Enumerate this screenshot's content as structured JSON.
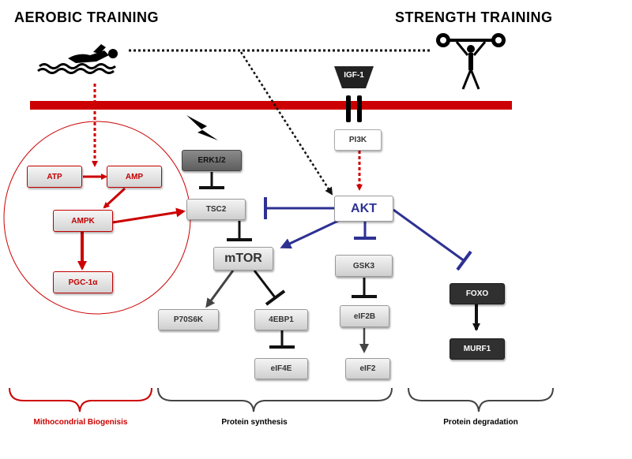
{
  "titles": {
    "aerobic": "AEROBIC TRAINING",
    "strength": "STRENGTH TRAINING"
  },
  "nodes": {
    "igf1": "IGF-1",
    "pi3k": "PI3K",
    "akt": "AKT",
    "erk": "ERK1/2",
    "tsc2": "TSC2",
    "mtor": "mTOR",
    "p70s6k": "P70S6K",
    "ebp1": "4EBP1",
    "eif4e": "eIF4E",
    "gsk3": "GSK3",
    "eif2b": "eIF2B",
    "eif2": "eIF2",
    "foxo": "FOXO",
    "murf1": "MURF1",
    "atp": "ATP",
    "amp": "AMP",
    "ampk": "AMPK",
    "pgc": "PGC-1α"
  },
  "captions": {
    "mito": "Mithocondrial Biogenisis",
    "synthesis": "Protein synthesis",
    "degradation": "Protein degradation"
  },
  "colors": {
    "membrane": "#cc0000",
    "activation_red": "#cc0000",
    "inhibition_blue": "#2e3192",
    "inhibition_black": "#111111"
  },
  "icons": {
    "swimmer": "swimmer-icon",
    "weightlifter": "weightlifter-icon",
    "lightning": "lightning-icon"
  }
}
